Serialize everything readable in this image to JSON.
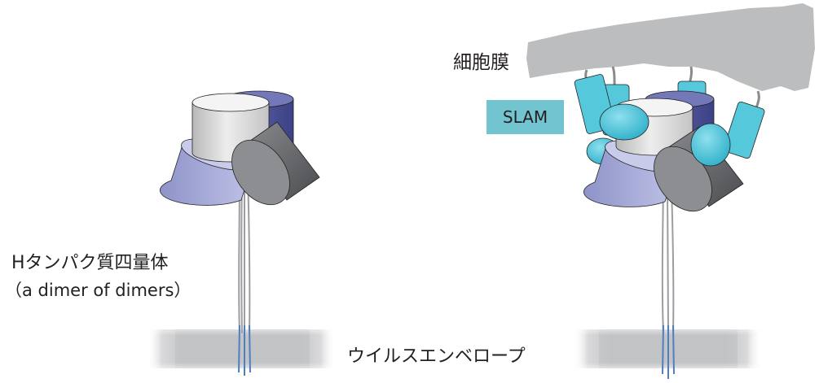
{
  "labels": {
    "tetramer": "Hタンパク質四量体",
    "tetramer_sub": "（a dimer of dimers）",
    "membrane": "細胞膜",
    "slam": "SLAM",
    "envelope": "ウイルスエンベロープ"
  },
  "colors": {
    "slam_box": "#72c4d0",
    "slam_protein": "#3fbfd6",
    "navy_cylinder": "#4a4f93",
    "lavender_cylinder": "#a7acd8",
    "white_cylinder": "#e6e6e6",
    "grey_cylinder": "#6d6e71",
    "membrane": "#bcbdbf",
    "envelope": "#c8c9cb",
    "stalk": "#9b9da1",
    "transmembrane": "#4f7fc1"
  }
}
